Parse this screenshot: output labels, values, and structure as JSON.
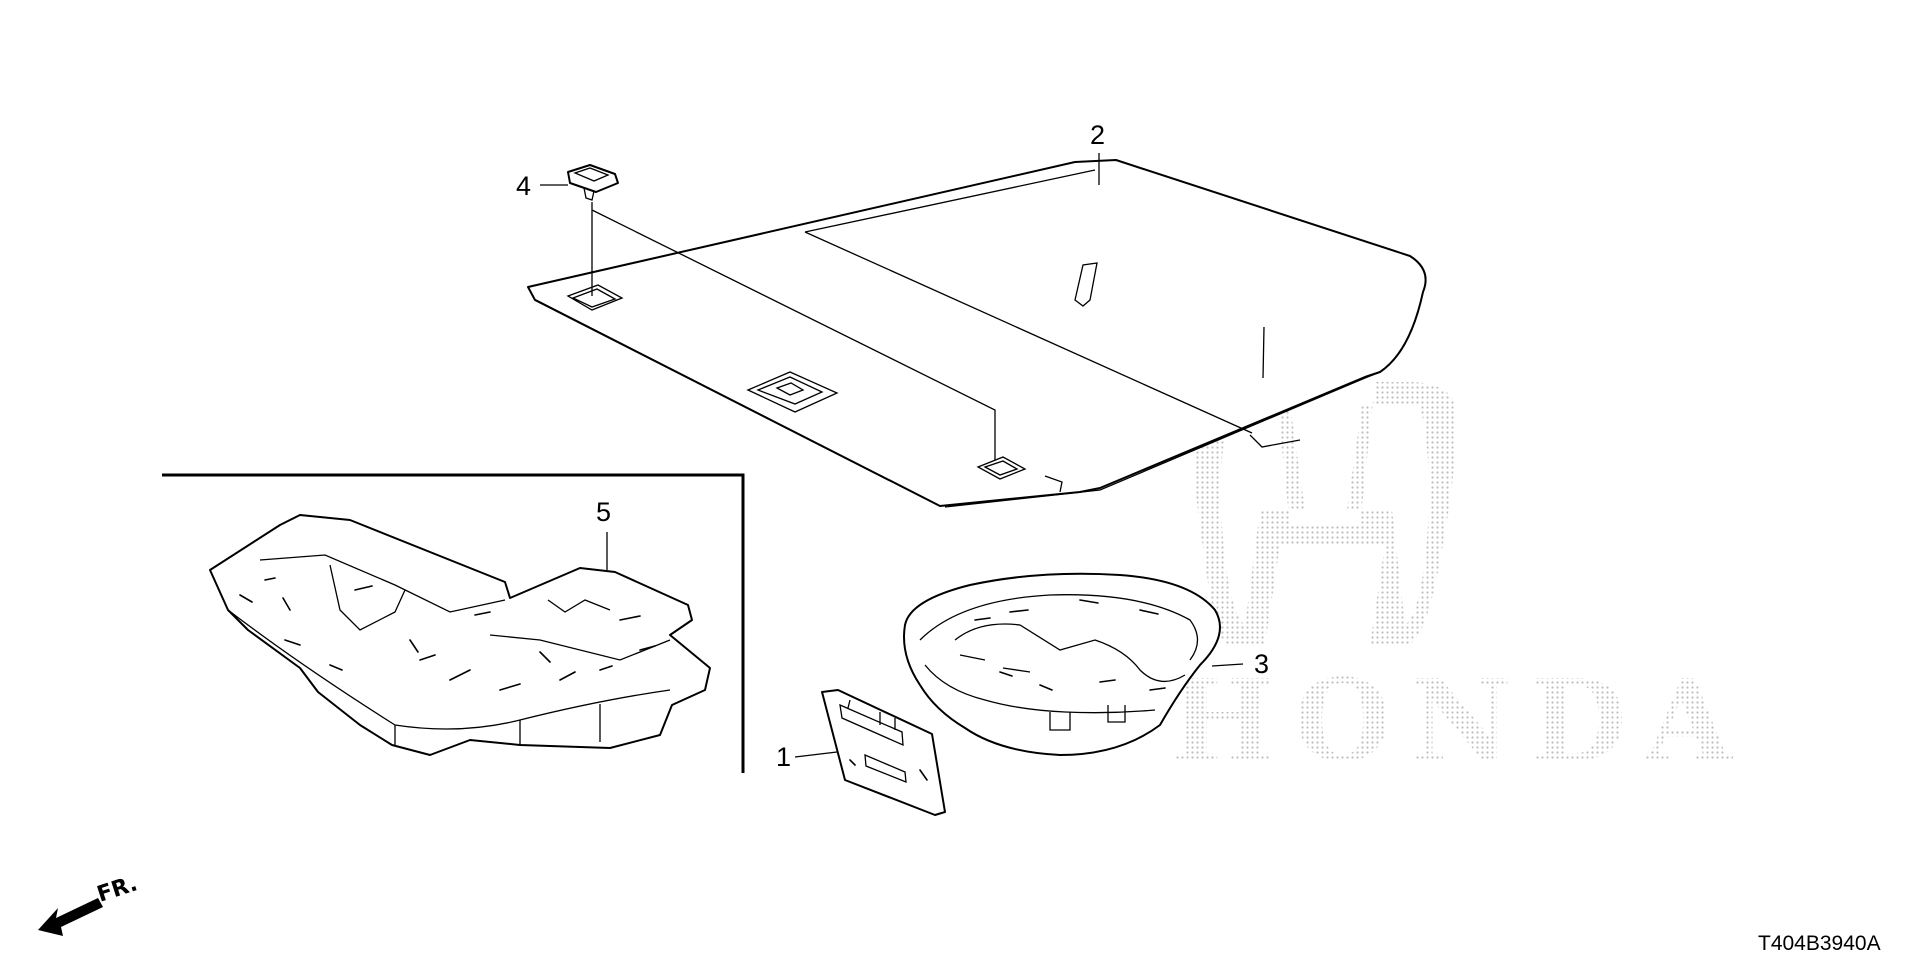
{
  "callouts": {
    "part_1": "1",
    "part_2": "2",
    "part_3": "3",
    "part_4": "4",
    "part_5": "5"
  },
  "direction_label": "FR.",
  "diagram_code": "T404B3940A",
  "watermark": {
    "brand_text": "HONDA",
    "color": "#bdbdbd"
  },
  "colors": {
    "line": "#000000",
    "background": "#ffffff"
  }
}
